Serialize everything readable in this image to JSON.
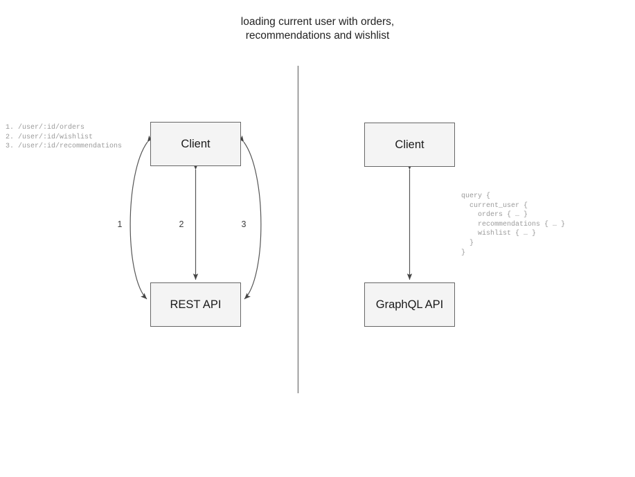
{
  "diagram": {
    "title": "loading current user with orders,\nrecommendations and wishlist",
    "divider": {
      "name": "panel-divider",
      "color": "#888888"
    },
    "colors": {
      "node_fill": "#f4f4f4",
      "node_border": "#666666",
      "edge_stroke": "#555555",
      "code_text": "#9a9a9a",
      "title_text": "#222222"
    }
  },
  "left_panel": {
    "name": "rest-panel",
    "nodes": [
      {
        "id": "client-rest",
        "label": "Client"
      },
      {
        "id": "rest-api",
        "label": "REST API"
      }
    ],
    "endpoints": "1. /user/:id/orders\n2. /user/:id/wishlist\n3. /user/:id/recommendations",
    "edges": [
      {
        "id": "edge-1",
        "label": "1",
        "from": "rest-api",
        "to": "client-rest",
        "shape": "curve-left",
        "arrows": "both"
      },
      {
        "id": "edge-2",
        "label": "2",
        "from": "rest-api",
        "to": "client-rest",
        "shape": "straight",
        "arrows": "both"
      },
      {
        "id": "edge-3",
        "label": "3",
        "from": "rest-api",
        "to": "client-rest",
        "shape": "curve-right",
        "arrows": "both"
      }
    ]
  },
  "right_panel": {
    "name": "graphql-panel",
    "nodes": [
      {
        "id": "client-gql",
        "label": "Client"
      },
      {
        "id": "graphql-api",
        "label": "GraphQL API"
      }
    ],
    "query": "query {\n  current_user {\n    orders { … }\n    recommendations { … }\n    wishlist { … }\n  }\n}",
    "edges": [
      {
        "id": "edge-gql",
        "label": "",
        "from": "graphql-api",
        "to": "client-gql",
        "shape": "straight",
        "arrows": "both"
      }
    ]
  }
}
